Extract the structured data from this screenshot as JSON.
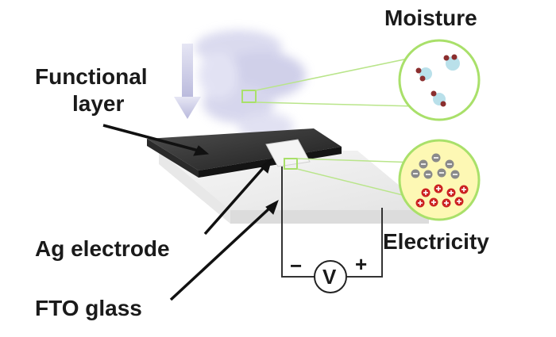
{
  "labels": {
    "functional_line1": "Functional",
    "functional_line2": "layer",
    "ag_electrode": "Ag electrode",
    "fto_glass": "FTO glass",
    "moisture": "Moisture",
    "electricity": "Electricity",
    "voltmeter": "V",
    "minus_terminal": "−",
    "plus_terminal": "+"
  },
  "colors": {
    "functional_layer": "#2b2b2b",
    "glass": "#efefef",
    "zoom_border": "#a9e06a",
    "zoom_fill": "#ffffff",
    "electricity_fill": "#fdf8b4",
    "positive_charge": "#cc2222",
    "negative_charge": "#8a8a8a",
    "water_oxygen": "#a9dbe6",
    "water_hydrogen": "#8b2e2e",
    "vapor": "#c9c9e6",
    "arrow_down": "#c5c5e3",
    "wire": "#333333"
  },
  "icons": {
    "water_molecule": "water-molecule-icon",
    "positive_charge": "plus-charge-icon",
    "negative_charge": "minus-charge-icon"
  }
}
